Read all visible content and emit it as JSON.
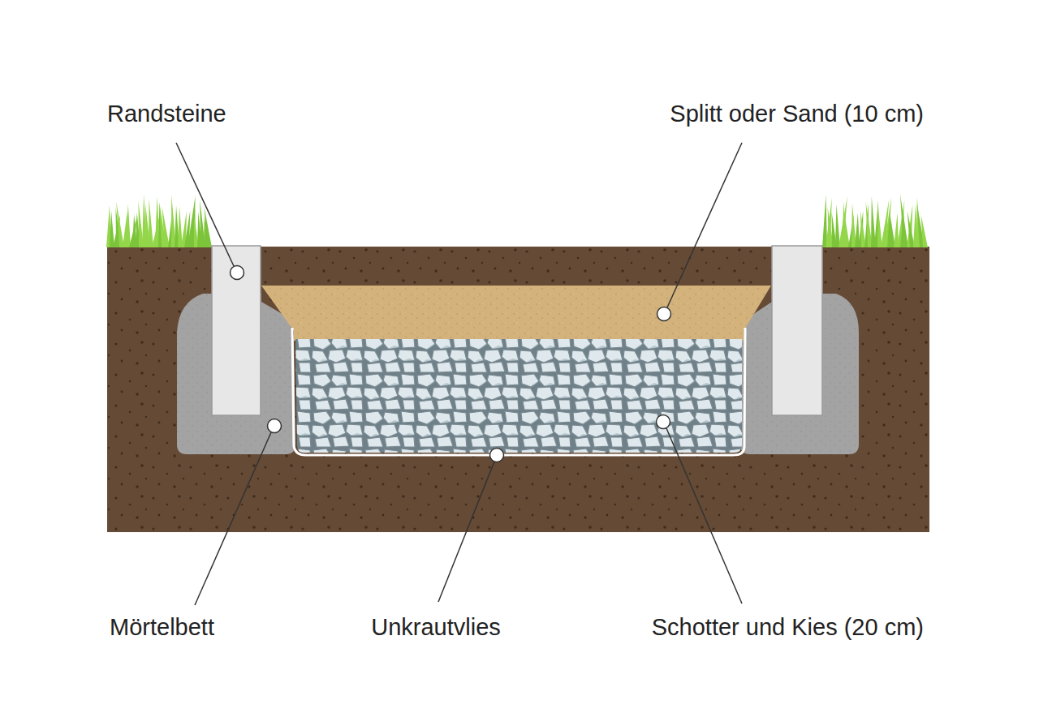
{
  "diagram": {
    "labels": [
      "Randsteine",
      "Splitt oder Sand (10 cm)",
      "Mörtelbett",
      "Unkrautvlies",
      "Schotter und Kies (20 cm)"
    ]
  }
}
